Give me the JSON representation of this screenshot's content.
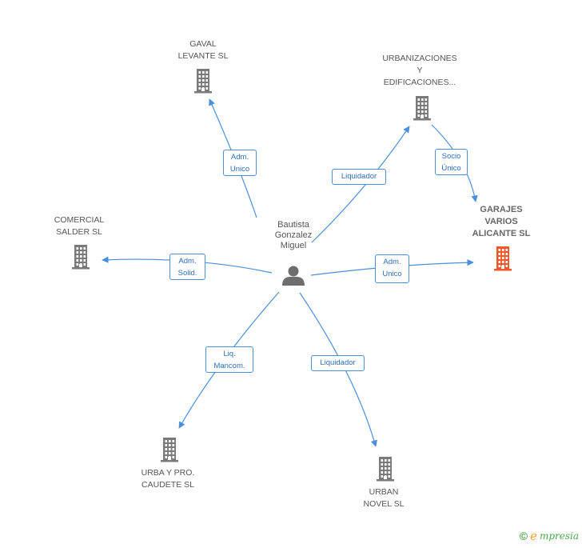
{
  "center": {
    "name": "Bautista\nGonzalez\nMiguel",
    "icon": "person-icon"
  },
  "companies": [
    {
      "id": "gaval",
      "name": "GAVAL\nLEVANTE SL",
      "highlight": false,
      "icon": "building-icon"
    },
    {
      "id": "urbanizaciones",
      "name": "URBANIZACIONES\nY\nEDIFICACIONES...",
      "highlight": false,
      "icon": "building-icon"
    },
    {
      "id": "garajes",
      "name": "GARAJES\nVARIOS\nALICANTE SL",
      "highlight": true,
      "icon": "building-icon"
    },
    {
      "id": "comercial",
      "name": "COMERCIAL\nSALDER SL",
      "highlight": false,
      "icon": "building-icon"
    },
    {
      "id": "urba",
      "name": "URBA Y PRO.\nCAUDETE SL",
      "highlight": false,
      "icon": "building-icon"
    },
    {
      "id": "urban",
      "name": "URBAN\nNOVEL SL",
      "highlight": false,
      "icon": "building-icon"
    }
  ],
  "relations": [
    {
      "from": "center",
      "to": "gaval",
      "label": "Adm.\nUnico"
    },
    {
      "from": "center",
      "to": "urbanizaciones",
      "label": "Liquidador"
    },
    {
      "from": "urbanizaciones",
      "to": "garajes",
      "label": "Socio\nÚnico"
    },
    {
      "from": "center",
      "to": "comercial",
      "label": "Adm.\nSolid."
    },
    {
      "from": "center",
      "to": "garajes",
      "label": "Adm.\nUnico"
    },
    {
      "from": "center",
      "to": "urba",
      "label": "Liq.\nMancom."
    },
    {
      "from": "center",
      "to": "urban",
      "label": "Liquidador"
    }
  ],
  "colors": {
    "edge": "#4a90d9",
    "building": "#7a7a7a",
    "building_highlight": "#f0582c",
    "person": "#6e6e6e"
  },
  "brand": {
    "copyright": "©",
    "initial": "e",
    "name": "mpresia"
  }
}
